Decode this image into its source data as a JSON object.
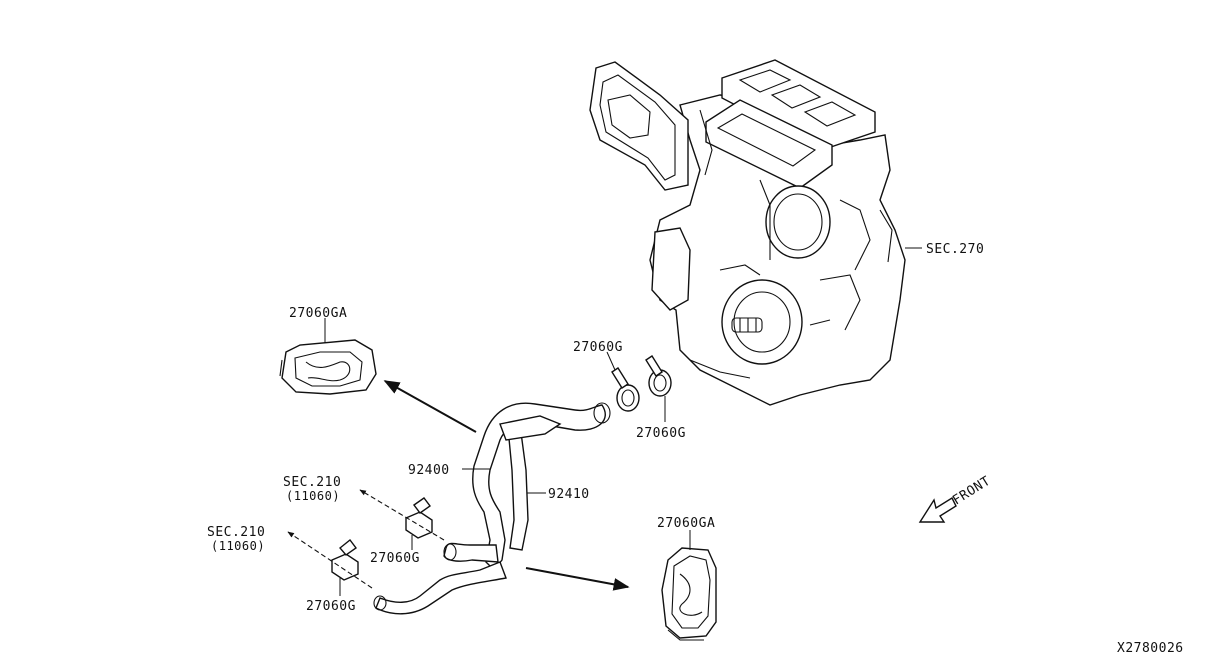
{
  "labels": {
    "sec270": "SEC.270",
    "cap_top": "27060GA",
    "cap_bottom": "27060GA",
    "clamp_top_left": "27060G",
    "clamp_top_right": "27060G",
    "hose_92400": "92400",
    "hose_92410": "92410",
    "sec210_a": "SEC.210",
    "sec210_a_sub": "(11060)",
    "sec210_b": "SEC.210",
    "sec210_b_sub": "(11060)",
    "clamp_mid": "27060G",
    "clamp_low": "27060G",
    "front": "FRONT",
    "diagram_id": "X2780026"
  },
  "colors": {
    "ink": "#111111",
    "paper": "#ffffff"
  }
}
